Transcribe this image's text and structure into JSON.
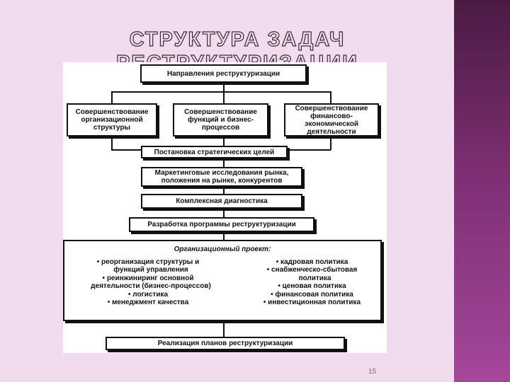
{
  "title": "СТРУКТУРА ЗАДАЧ РЕСТРУКТУРИЗАЦИИ",
  "diagram": {
    "top": "Направления реструктуризации",
    "branches": [
      "Совершенствование организационной структуры",
      "Совершенствование функций и бизнес-процессов",
      "Совершенствование финансово-экономической деятельности"
    ],
    "goals": "Постановка стратегических целей",
    "marketing": "Маркетинговые исследования рынка, положения на рынке, конкурентов",
    "diagnostics": "Комплексная диагностика",
    "program": "Разработка программы реструктуризации",
    "project": {
      "title": "Организационный проект:",
      "left": [
        "реорганизация структуры и функций управления",
        "реинжиниринг основной деятельности (бизнес-процессов)",
        "логистика",
        "менеджмент качества"
      ],
      "right": [
        "кадровая политика",
        "снабженческо-сбытовая политика",
        "ценовая политика",
        "финансовая политика",
        "инвестиционная политика"
      ]
    },
    "implementation": "Реализация планов реструктуризации"
  },
  "page_number": "15"
}
